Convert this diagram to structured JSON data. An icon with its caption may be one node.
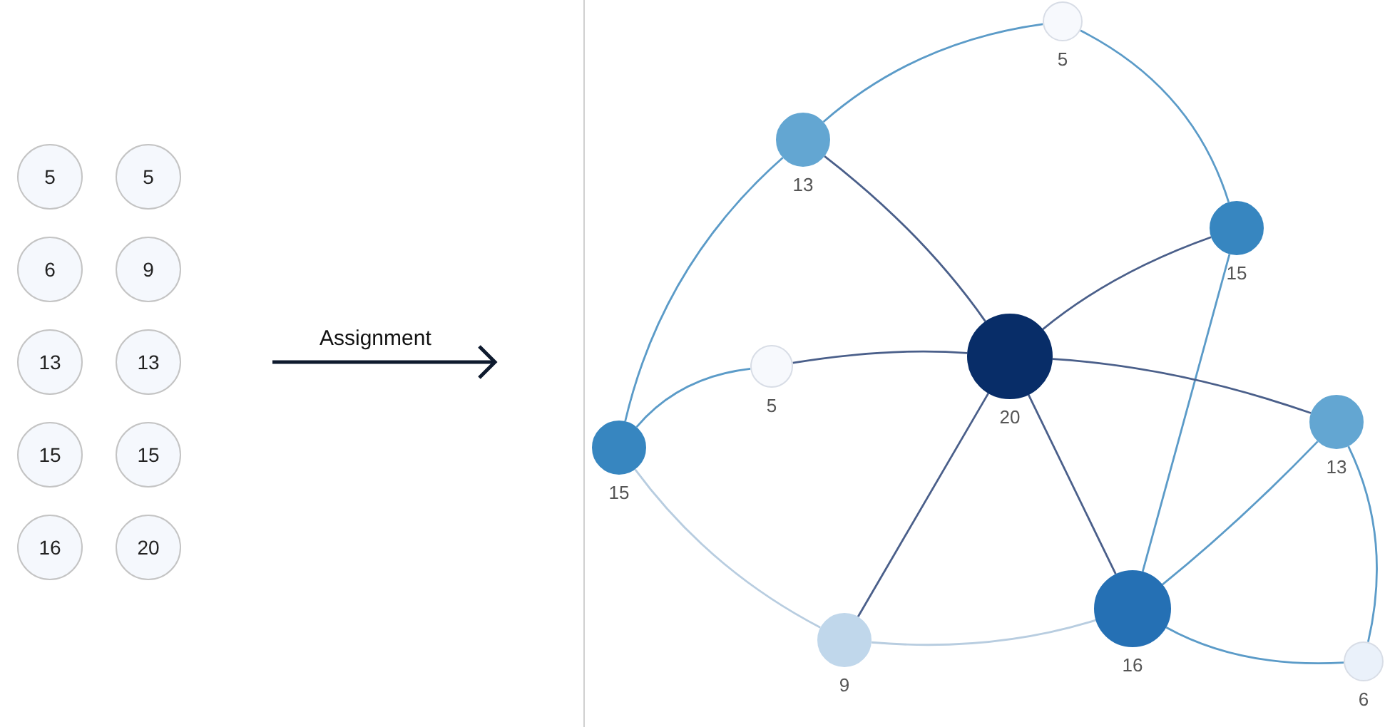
{
  "diagram": {
    "nodes": [
      {
        "text": [
          "5"
        ]
      },
      {
        "text": [
          "5"
        ]
      },
      {
        "text": [
          "6"
        ]
      },
      {
        "text": [
          "9"
        ]
      },
      {
        "text": [
          "13"
        ]
      },
      {
        "text": [
          "13"
        ]
      },
      {
        "text": [
          "15"
        ]
      },
      {
        "text": [
          "15"
        ]
      },
      {
        "text": [
          "16"
        ]
      },
      {
        "text": [
          "20"
        ]
      },
      {
        "text": [],
        "shape": "circle",
        "beside": [
          "5"
        ]
      },
      {
        "text": [],
        "shape": "circle",
        "beside": [
          "13"
        ]
      },
      {
        "text": [],
        "shape": "circle",
        "beside": [
          "15"
        ]
      },
      {
        "text": [],
        "shape": "circle",
        "beside": [
          "20"
        ]
      },
      {
        "text": [],
        "shape": "circle",
        "beside": [
          "5"
        ]
      },
      {
        "text": [],
        "shape": "circle",
        "beside": [
          "15"
        ]
      },
      {
        "text": [],
        "shape": "circle",
        "beside": [
          "13"
        ]
      },
      {
        "text": [],
        "shape": "circle",
        "beside": [
          "16"
        ]
      },
      {
        "text": [],
        "shape": "circle",
        "beside": [
          "9"
        ]
      },
      {
        "text": [],
        "shape": "circle",
        "beside": [
          "6"
        ]
      }
    ],
    "edges": [
      {
        "from": 10,
        "to": 11,
        "arrow": "none"
      },
      {
        "from": 10,
        "to": 12,
        "arrow": "none"
      },
      {
        "from": 11,
        "to": 13,
        "arrow": "none",
        "color": "#4a5f8a"
      },
      {
        "from": 11,
        "to": 15,
        "arrow": "none"
      },
      {
        "from": 12,
        "to": 13,
        "arrow": "none",
        "color": "#4a5f8a"
      },
      {
        "from": 12,
        "to": 17,
        "arrow": "none"
      },
      {
        "from": 13,
        "to": 14,
        "arrow": "none",
        "color": "#4a5f8a"
      },
      {
        "from": 13,
        "to": 16,
        "arrow": "none",
        "color": "#4a5f8a"
      },
      {
        "from": 13,
        "to": 17,
        "arrow": "none",
        "color": "#4a5f8a"
      },
      {
        "from": 13,
        "to": 18,
        "arrow": "none",
        "color": "#4a5f8a"
      },
      {
        "from": 14,
        "to": 15,
        "arrow": "none"
      },
      {
        "from": 15,
        "to": 18,
        "arrow": "none",
        "color": "#b8cde0"
      },
      {
        "from": 16,
        "to": 17,
        "arrow": "none"
      },
      {
        "from": 16,
        "to": 19,
        "arrow": "none"
      },
      {
        "from": 17,
        "to": 18,
        "arrow": "none",
        "color": "#b8cde0"
      },
      {
        "from": 17,
        "to": 19,
        "arrow": "none"
      }
    ],
    "labels": [
      "Assignment"
    ]
  }
}
